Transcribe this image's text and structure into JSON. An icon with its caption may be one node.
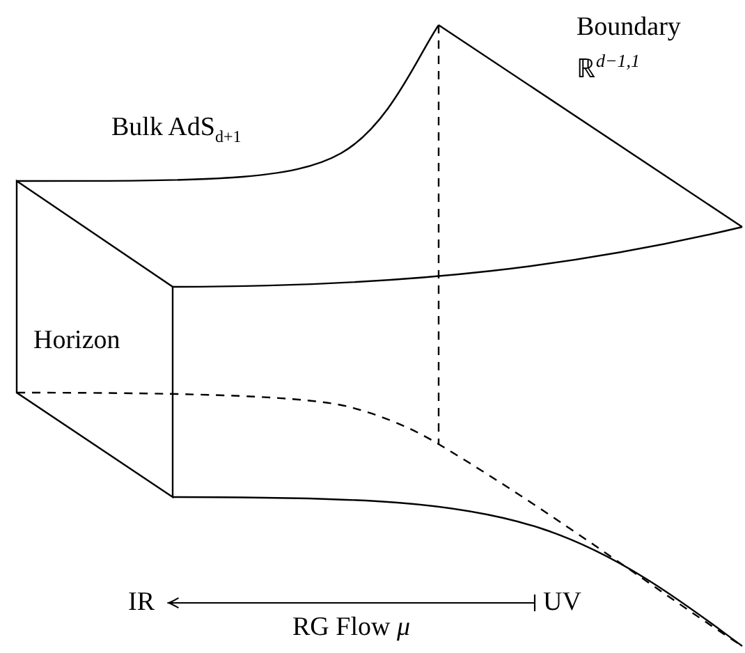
{
  "diagram": {
    "nodes": [
      {
        "text": [
          "IR"
        ]
      },
      {
        "text": [
          "UV"
        ]
      }
    ],
    "edges": [
      {
        "from": 1,
        "to": 0,
        "arrow": "to",
        "label": "RG Flow *μ*"
      }
    ],
    "labels": [
      "Bulk AdS$_{d+1}$",
      "Boundary ℝ$^{d−1,1}$",
      "Horizon"
    ]
  }
}
